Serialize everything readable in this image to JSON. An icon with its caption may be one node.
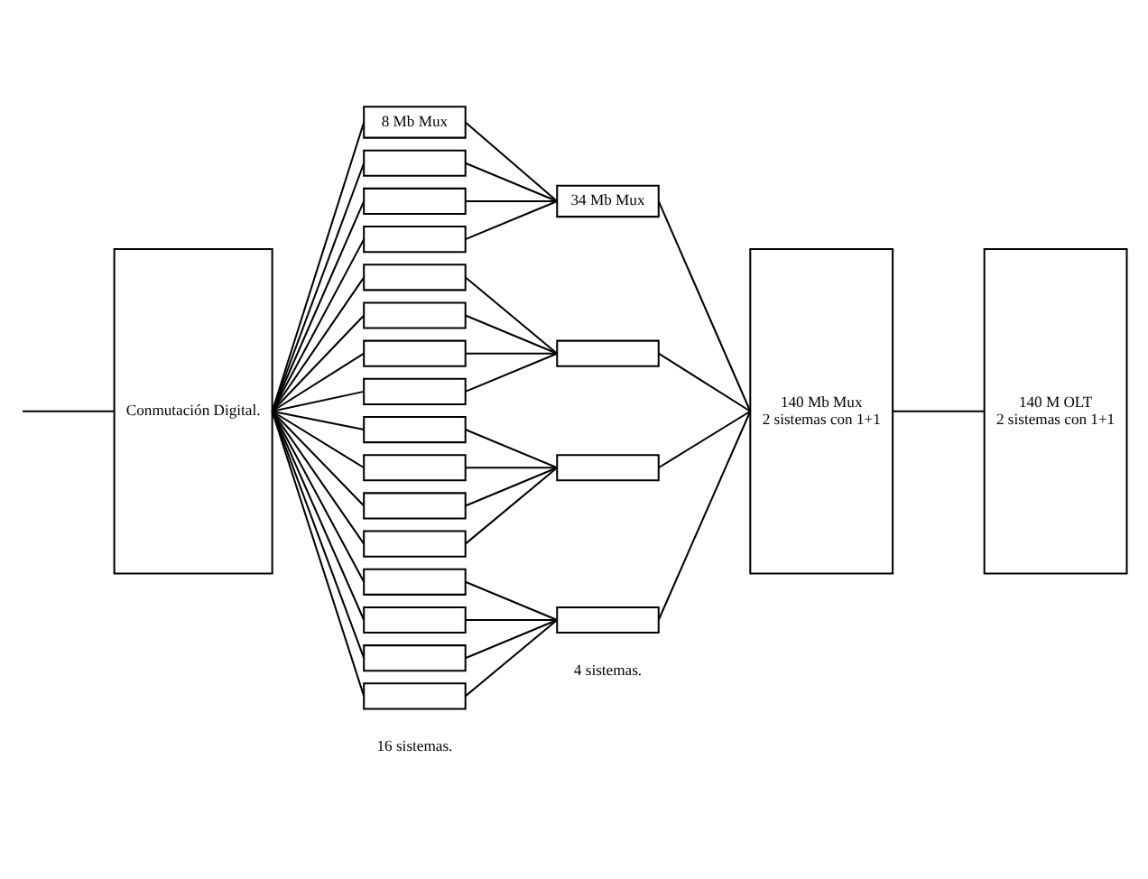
{
  "diagram": {
    "nodes": [
      {
        "text": [
          "Conmutación Digital."
        ]
      },
      {
        "text": [
          "8 Mb Mux"
        ]
      },
      {
        "text": [],
        "shape": "box"
      },
      {
        "text": [],
        "shape": "box"
      },
      {
        "text": [],
        "shape": "box"
      },
      {
        "text": [],
        "shape": "box"
      },
      {
        "text": [],
        "shape": "box"
      },
      {
        "text": [],
        "shape": "box"
      },
      {
        "text": [],
        "shape": "box"
      },
      {
        "text": [],
        "shape": "box"
      },
      {
        "text": [],
        "shape": "box"
      },
      {
        "text": [],
        "shape": "box"
      },
      {
        "text": [],
        "shape": "box"
      },
      {
        "text": [],
        "shape": "box"
      },
      {
        "text": [],
        "shape": "box"
      },
      {
        "text": [],
        "shape": "box"
      },
      {
        "text": [],
        "shape": "box"
      },
      {
        "text": [
          "34 Mb Mux"
        ]
      },
      {
        "text": [],
        "shape": "box"
      },
      {
        "text": [],
        "shape": "box"
      },
      {
        "text": [],
        "shape": "box"
      },
      {
        "text": [
          "140 Mb Mux",
          "2 sistemas con 1+1"
        ]
      },
      {
        "text": [
          "140 M OLT",
          "2 sistemas con 1+1"
        ]
      }
    ],
    "edges": [
      {
        "from": null,
        "to": 0,
        "arrow": "none"
      },
      {
        "from": 0,
        "to": 1,
        "arrow": "none"
      },
      {
        "from": 0,
        "to": 2,
        "arrow": "none"
      },
      {
        "from": 0,
        "to": 3,
        "arrow": "none"
      },
      {
        "from": 0,
        "to": 4,
        "arrow": "none"
      },
      {
        "from": 0,
        "to": 5,
        "arrow": "none"
      },
      {
        "from": 0,
        "to": 6,
        "arrow": "none"
      },
      {
        "from": 0,
        "to": 7,
        "arrow": "none"
      },
      {
        "from": 0,
        "to": 8,
        "arrow": "none"
      },
      {
        "from": 0,
        "to": 9,
        "arrow": "none"
      },
      {
        "from": 0,
        "to": 10,
        "arrow": "none"
      },
      {
        "from": 0,
        "to": 11,
        "arrow": "none"
      },
      {
        "from": 0,
        "to": 12,
        "arrow": "none"
      },
      {
        "from": 0,
        "to": 13,
        "arrow": "none"
      },
      {
        "from": 0,
        "to": 14,
        "arrow": "none"
      },
      {
        "from": 0,
        "to": 15,
        "arrow": "none"
      },
      {
        "from": 0,
        "to": 16,
        "arrow": "none"
      },
      {
        "from": 1,
        "to": 17,
        "arrow": "none"
      },
      {
        "from": 2,
        "to": 17,
        "arrow": "none"
      },
      {
        "from": 3,
        "to": 17,
        "arrow": "none"
      },
      {
        "from": 4,
        "to": 17,
        "arrow": "none"
      },
      {
        "from": 5,
        "to": 18,
        "arrow": "none"
      },
      {
        "from": 6,
        "to": 18,
        "arrow": "none"
      },
      {
        "from": 7,
        "to": 18,
        "arrow": "none"
      },
      {
        "from": 8,
        "to": 18,
        "arrow": "none"
      },
      {
        "from": 9,
        "to": 19,
        "arrow": "none"
      },
      {
        "from": 10,
        "to": 19,
        "arrow": "none"
      },
      {
        "from": 11,
        "to": 19,
        "arrow": "none"
      },
      {
        "from": 12,
        "to": 19,
        "arrow": "none"
      },
      {
        "from": 13,
        "to": 20,
        "arrow": "none"
      },
      {
        "from": 14,
        "to": 20,
        "arrow": "none"
      },
      {
        "from": 15,
        "to": 20,
        "arrow": "none"
      },
      {
        "from": 16,
        "to": 20,
        "arrow": "none"
      },
      {
        "from": 17,
        "to": 21,
        "arrow": "none"
      },
      {
        "from": 18,
        "to": 21,
        "arrow": "none"
      },
      {
        "from": 19,
        "to": 21,
        "arrow": "none"
      },
      {
        "from": 20,
        "to": 21,
        "arrow": "none"
      },
      {
        "from": 21,
        "to": 22,
        "arrow": "none"
      }
    ],
    "labels": [
      "4 sistemas.",
      "16 sistemas."
    ]
  }
}
